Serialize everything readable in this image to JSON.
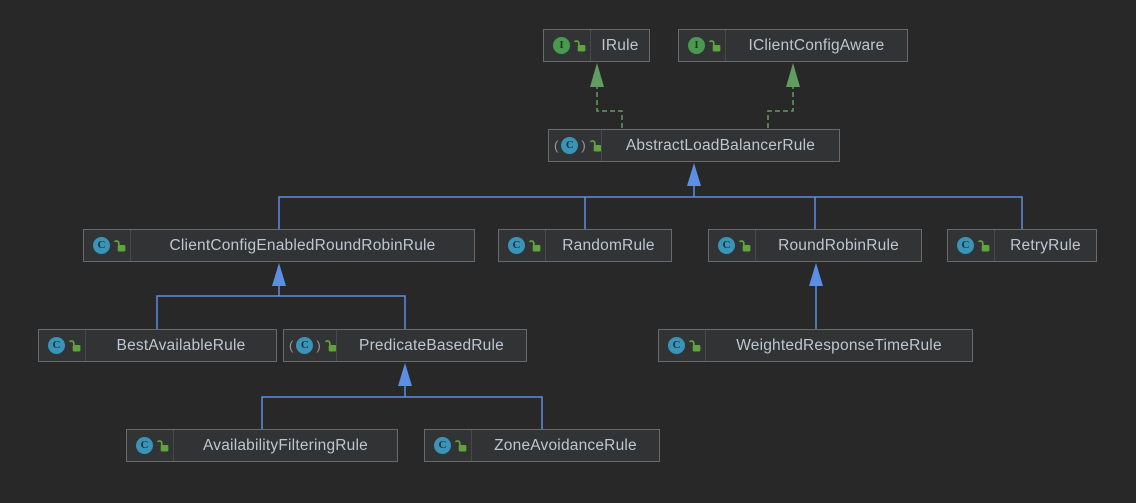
{
  "diagram": {
    "type": "uml-class-diagram",
    "background": "#282828",
    "colors": {
      "node_fill": "#313335",
      "node_border": "#6a6a6a",
      "node_label": "#bdc7d1",
      "extends_edge": "#5c8ee6",
      "implements_edge": "#5f9e5f",
      "class_icon_bg": "#3994b8",
      "interface_icon_bg": "#4a9950",
      "lock_icon": "#61a33e"
    },
    "icon_glyphs": {
      "class": "C",
      "interface": "I",
      "paren_open": "(",
      "paren_close": ")"
    },
    "nodes": [
      {
        "label": "IRule",
        "kind": "interface",
        "visibility": "public"
      },
      {
        "label": "IClientConfigAware",
        "kind": "interface",
        "visibility": "public"
      },
      {
        "label": "AbstractLoadBalancerRule",
        "kind": "abstract-class",
        "visibility": "public"
      },
      {
        "label": "ClientConfigEnabledRoundRobinRule",
        "kind": "class",
        "visibility": "public"
      },
      {
        "label": "RandomRule",
        "kind": "class",
        "visibility": "public"
      },
      {
        "label": "RoundRobinRule",
        "kind": "class",
        "visibility": "public"
      },
      {
        "label": "RetryRule",
        "kind": "class",
        "visibility": "public"
      },
      {
        "label": "BestAvailableRule",
        "kind": "class",
        "visibility": "public"
      },
      {
        "label": "PredicateBasedRule",
        "kind": "abstract-class",
        "visibility": "public"
      },
      {
        "label": "WeightedResponseTimeRule",
        "kind": "class",
        "visibility": "public"
      },
      {
        "label": "AvailabilityFilteringRule",
        "kind": "class",
        "visibility": "public"
      },
      {
        "label": "ZoneAvoidanceRule",
        "kind": "class",
        "visibility": "public"
      }
    ],
    "edges": [
      {
        "from": "AbstractLoadBalancerRule",
        "to": "IRule",
        "type": "implements"
      },
      {
        "from": "AbstractLoadBalancerRule",
        "to": "IClientConfigAware",
        "type": "implements"
      },
      {
        "from": "ClientConfigEnabledRoundRobinRule",
        "to": "AbstractLoadBalancerRule",
        "type": "extends"
      },
      {
        "from": "RandomRule",
        "to": "AbstractLoadBalancerRule",
        "type": "extends"
      },
      {
        "from": "RoundRobinRule",
        "to": "AbstractLoadBalancerRule",
        "type": "extends"
      },
      {
        "from": "RetryRule",
        "to": "AbstractLoadBalancerRule",
        "type": "extends"
      },
      {
        "from": "BestAvailableRule",
        "to": "ClientConfigEnabledRoundRobinRule",
        "type": "extends"
      },
      {
        "from": "PredicateBasedRule",
        "to": "ClientConfigEnabledRoundRobinRule",
        "type": "extends"
      },
      {
        "from": "WeightedResponseTimeRule",
        "to": "RoundRobinRule",
        "type": "extends"
      },
      {
        "from": "AvailabilityFilteringRule",
        "to": "PredicateBasedRule",
        "type": "extends"
      },
      {
        "from": "ZoneAvoidanceRule",
        "to": "PredicateBasedRule",
        "type": "extends"
      }
    ]
  }
}
